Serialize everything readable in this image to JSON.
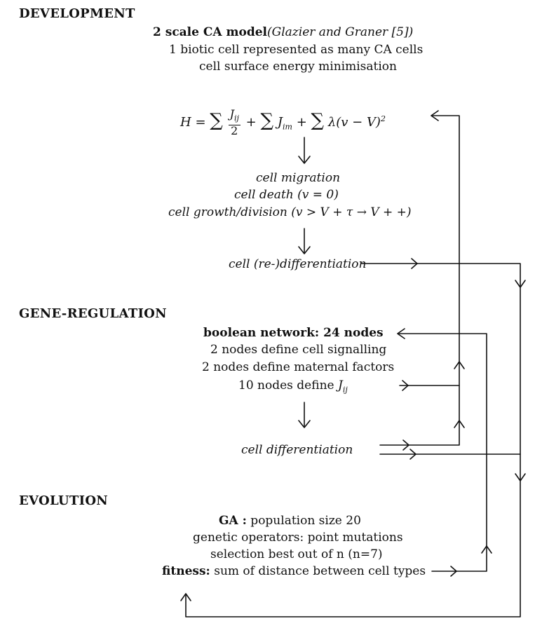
{
  "sections": {
    "development": "DEVELOPMENT",
    "gene_regulation": "GENE-REGULATION",
    "evolution": "EVOLUTION"
  },
  "development": {
    "model_bold": "2 scale CA model",
    "model_cite": "(Glazier and Graner [5])",
    "line2": "1 biotic cell represented as many CA cells",
    "line3": "cell surface energy minimisation",
    "equation": {
      "lhs": "H",
      "eq": "=",
      "sum": "∑",
      "frac_num": "J",
      "frac_num_sub": "ij",
      "frac_den": "2",
      "plus": "+",
      "term2": "J",
      "term2_sub": "im",
      "term3": "λ(v − V)",
      "term3_sup": "2"
    },
    "migration": "cell migration",
    "death": "cell death (v = 0)",
    "growth": "cell growth/division (v > V + τ → V + +)",
    "differentiation": "cell (re-)differentiation"
  },
  "gene_regulation": {
    "network": "boolean network: 24 nodes",
    "signalling": "2 nodes define cell signalling",
    "maternal": "2 nodes define maternal factors",
    "jij_prefix": "10 nodes define ",
    "jij_var": "J",
    "jij_sub": "ij",
    "differentiation": "cell differentiation"
  },
  "evolution": {
    "ga_bold": "GA :",
    "ga_rest": " population size 20",
    "operators": "genetic operators: point mutations",
    "selection": "selection best out of n (n=7)",
    "fitness_bold": "fitness:",
    "fitness_rest": " sum of distance between cell types"
  }
}
